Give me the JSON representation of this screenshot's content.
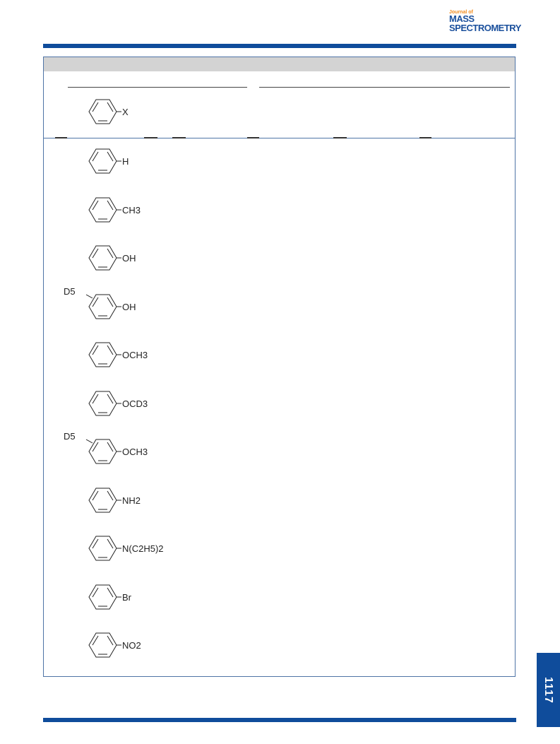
{
  "journal": {
    "small_label": "Journal of",
    "line1": "MASS",
    "line2": "SPECTROMETRY"
  },
  "header_structure": {
    "substituent": "X"
  },
  "compounds": [
    {
      "prefix": "",
      "sub": "H"
    },
    {
      "prefix": "",
      "sub": "CH3"
    },
    {
      "prefix": "",
      "sub": "OH"
    },
    {
      "prefix": "D5",
      "sub": "OH"
    },
    {
      "prefix": "",
      "sub": "OCH3"
    },
    {
      "prefix": "",
      "sub": "OCD3"
    },
    {
      "prefix": "D5",
      "sub": "OCH3"
    },
    {
      "prefix": "",
      "sub": "NH2"
    },
    {
      "prefix": "",
      "sub": "N(C2H5)2"
    },
    {
      "prefix": "",
      "sub": "Br"
    },
    {
      "prefix": "",
      "sub": "NO2"
    }
  ],
  "page_number": "1117",
  "colors": {
    "brand_blue": "#0f4c9b",
    "logo_orange": "#f28c1e",
    "caption_gray": "#d3d3d3"
  }
}
